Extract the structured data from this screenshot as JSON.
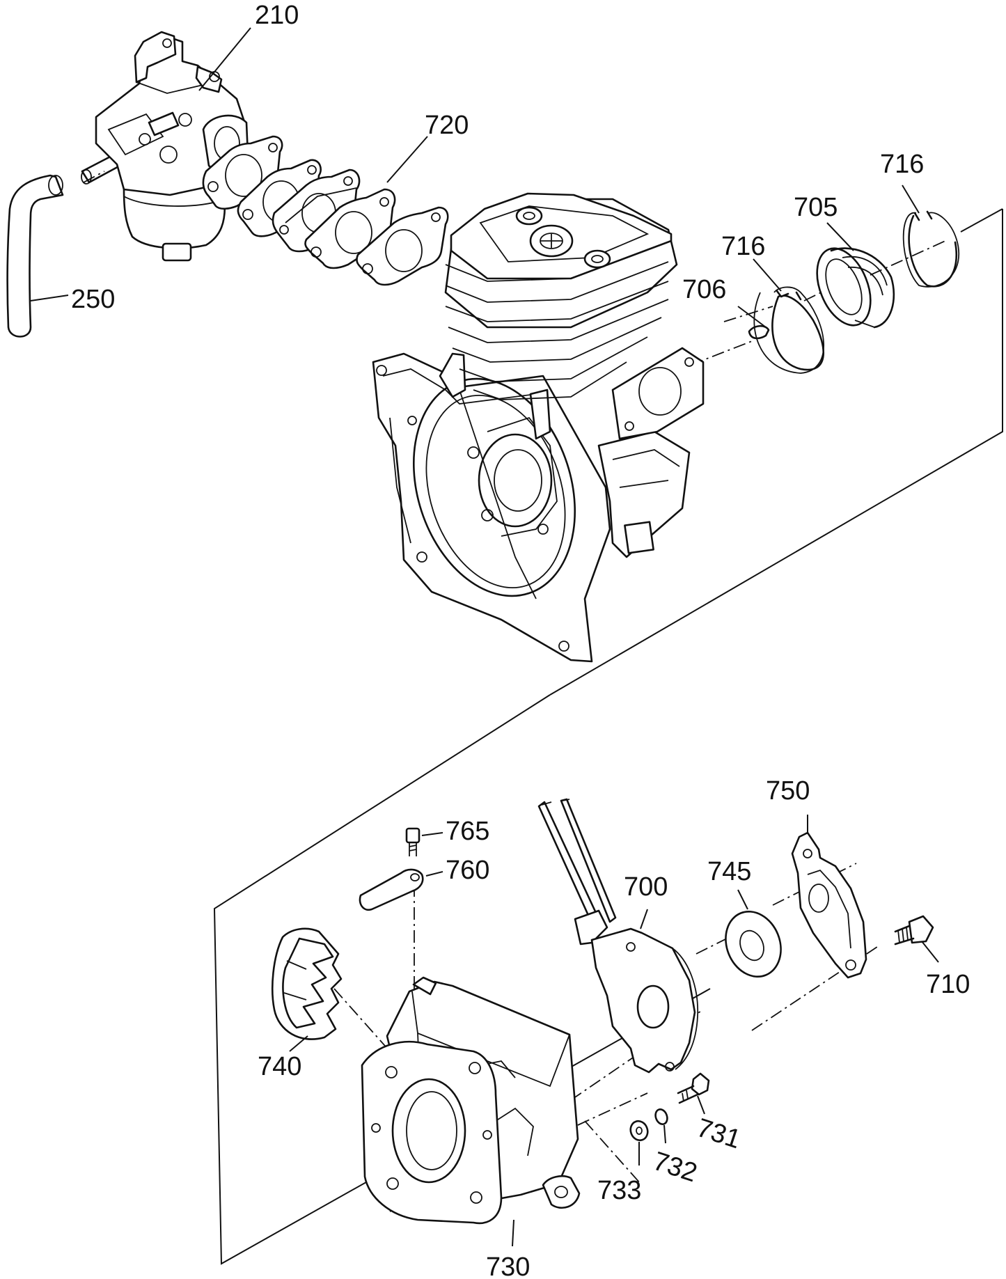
{
  "diagram": {
    "part_labels": {
      "p210": "210",
      "p720": "720",
      "p716a": "716",
      "p716b": "716",
      "p705": "705",
      "p706": "706",
      "p250": "250",
      "p765": "765",
      "p760": "760",
      "p750": "750",
      "p745": "745",
      "p700": "700",
      "p710": "710",
      "p740": "740",
      "p731": "731",
      "p732": "732",
      "p733": "733",
      "p730": "730"
    }
  }
}
